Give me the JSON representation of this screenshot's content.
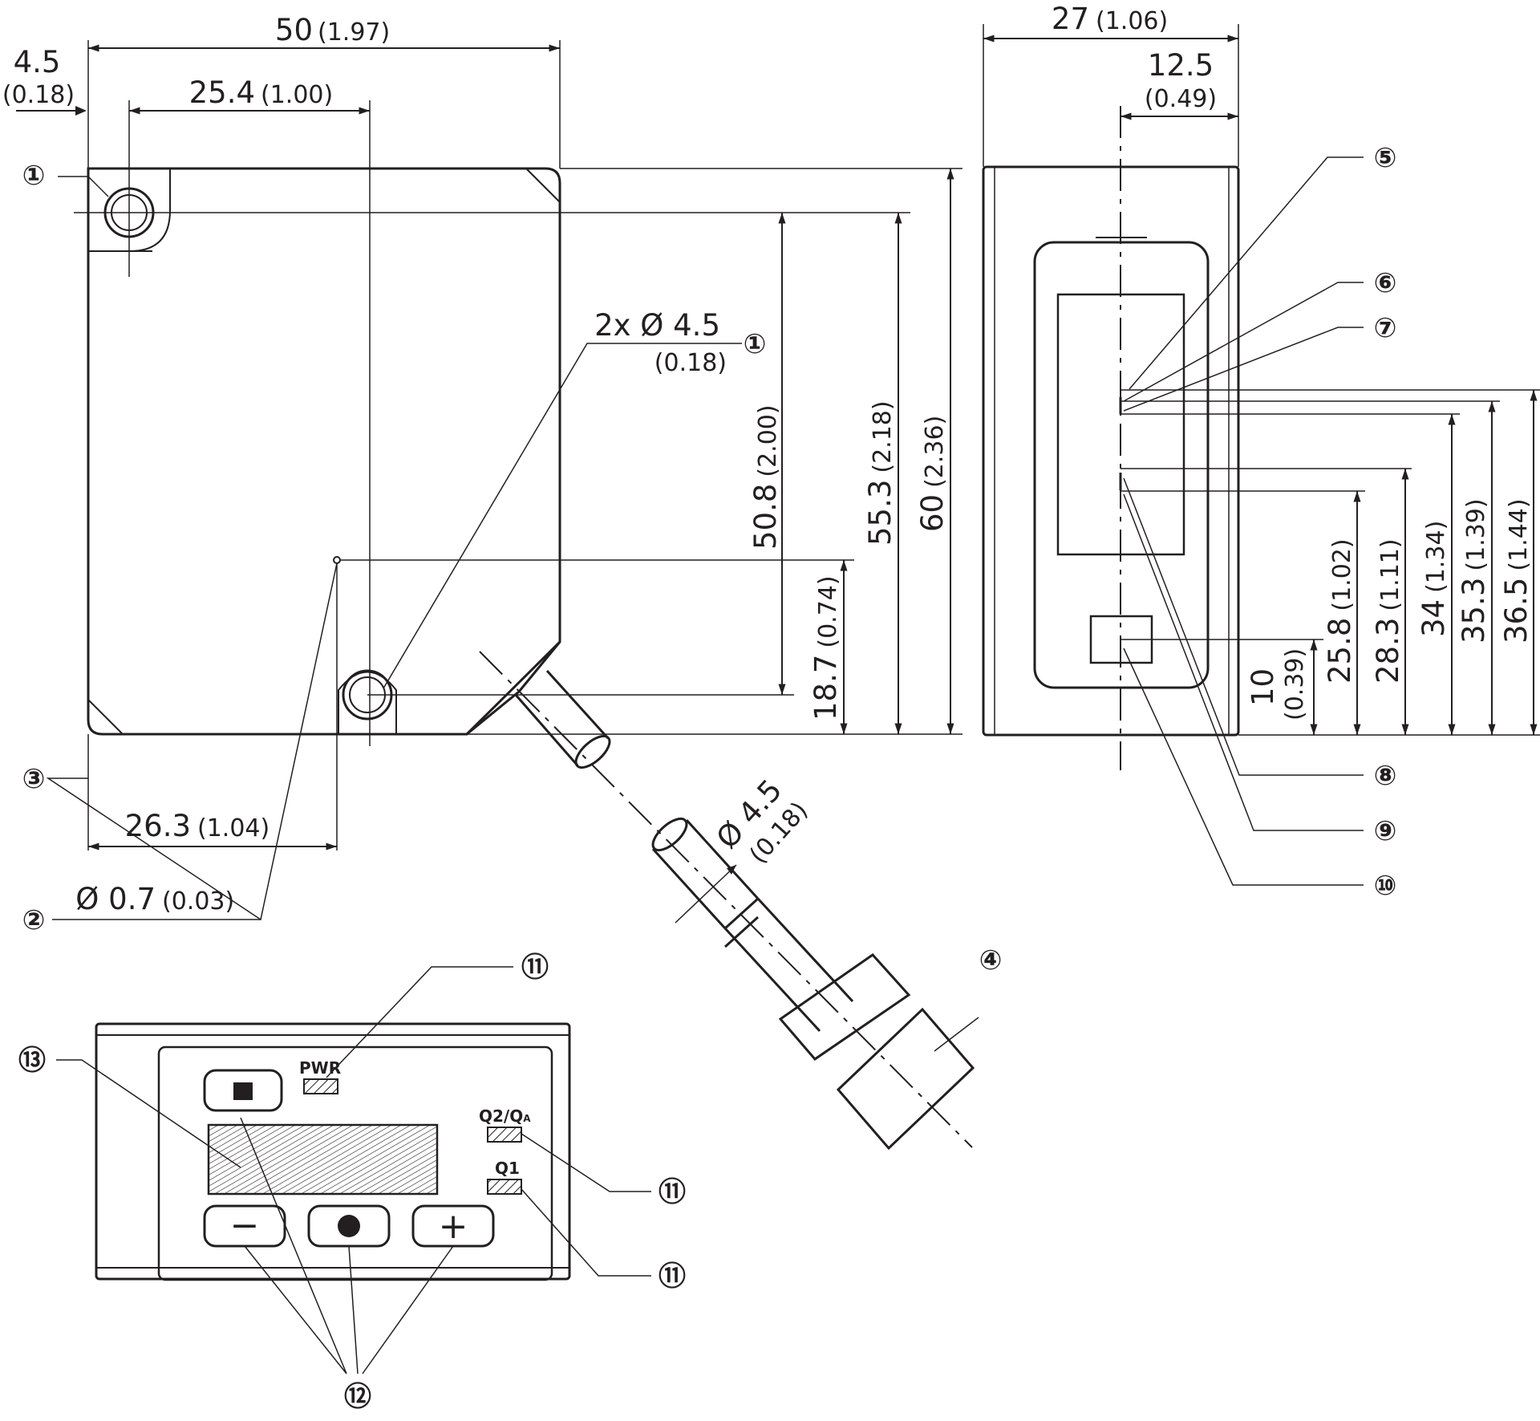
{
  "dims": {
    "width_total": "50",
    "width_total_in": "(1.97)",
    "mount_offset": "4.5",
    "mount_offset_in": "(0.18)",
    "hole_spacing": "25.4",
    "hole_spacing_in": "(1.00)",
    "hole_dia": "2x Ø 4.5",
    "hole_dia_in": "(0.18)",
    "h_508": "50.8",
    "h_508_in": "(2.00)",
    "h_553": "55.3",
    "h_553_in": "(2.18)",
    "h_60": "60",
    "h_60_in": "(2.36)",
    "h_187": "18.7",
    "h_187_in": "(0.74)",
    "optical_axis": "26.3",
    "optical_axis_in": "(1.04)",
    "emitter_dia": "Ø 0.7",
    "emitter_dia_in": "(0.03)",
    "cable_dia": "Ø 4.5",
    "cable_dia_in": "(0.18)",
    "depth_total": "27",
    "depth_total_in": "(1.06)",
    "depth_axis": "12.5",
    "depth_axis_in": "(0.49)",
    "s_10": "10",
    "s_10_in": "(0.39)",
    "s_258": "25.8",
    "s_258_in": "(1.02)",
    "s_283": "28.3",
    "s_283_in": "(1.11)",
    "s_34": "34",
    "s_34_in": "(1.34)",
    "s_353": "35.3",
    "s_353_in": "(1.39)",
    "s_365": "36.5",
    "s_365_in": "(1.44)"
  },
  "callouts": {
    "c1": "①",
    "c2": "②",
    "c3": "③",
    "c4": "④",
    "c5": "⑤",
    "c6": "⑥",
    "c7": "⑦",
    "c8": "⑧",
    "c9": "⑨",
    "c10": "⑩",
    "c11": "⑪",
    "c12": "⑫",
    "c13": "⑬"
  },
  "panel": {
    "pwr": "PWR",
    "q2": "Q2/Q",
    "q2_sub": "A",
    "q1": "Q1",
    "minus": "−",
    "plus": "+"
  }
}
